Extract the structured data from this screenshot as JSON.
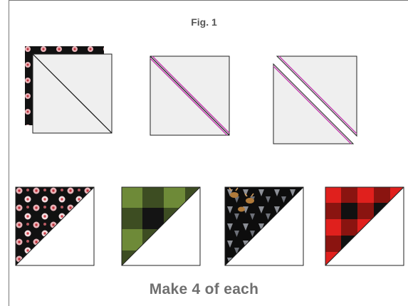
{
  "figure": {
    "label": "Fig. 1"
  },
  "caption": "Make 4 of each",
  "colors": {
    "background_square": "#efefef",
    "square_border": "#222222",
    "stitch_line": "#c23fae",
    "cut_line": "#111111",
    "plain_half": "#ffffff"
  },
  "steps": [
    {
      "name": "layered-squares-step",
      "description_icon": "layered-fabric-squares-icon"
    },
    {
      "name": "stitch-lines-step",
      "description_icon": "sewing-lines-icon"
    },
    {
      "name": "cut-apart-step",
      "description_icon": "cut-apart-icon"
    }
  ],
  "fabrics": [
    {
      "name": "peppermint-fabric",
      "base": "#111111",
      "accent": "#e8b3b8"
    },
    {
      "name": "green-buffalo-plaid-fabric",
      "base": "#1a1a1a",
      "accent": "#6e8a38"
    },
    {
      "name": "reindeer-fabric",
      "base": "#0d0d0d",
      "accent": "#8c8f96"
    },
    {
      "name": "red-buffalo-plaid-fabric",
      "base": "#101010",
      "accent": "#e0201d"
    }
  ]
}
